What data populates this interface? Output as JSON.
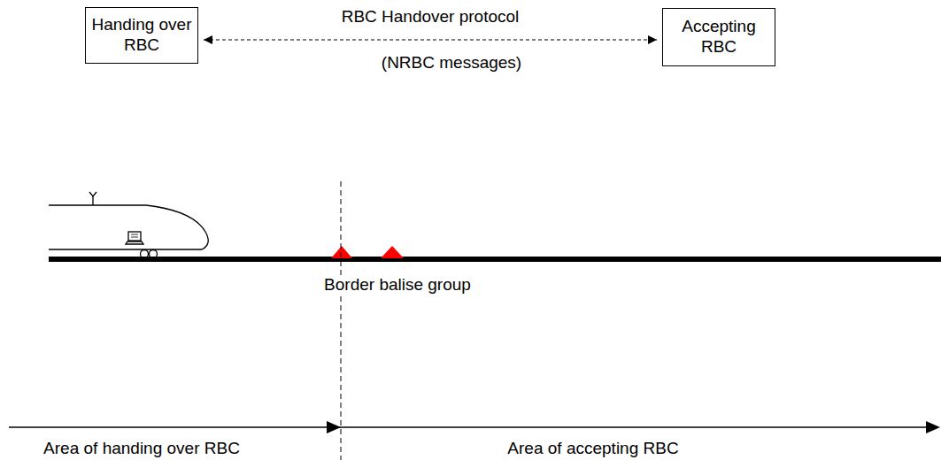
{
  "diagram": {
    "nodes": [
      {
        "text": [
          "Handing over RBC"
        ]
      },
      {
        "text": [
          "Accepting RBC"
        ]
      }
    ],
    "edges": [
      {
        "from": 0,
        "to": 1,
        "arrow": "both",
        "label": "RBC Handover protocol"
      }
    ],
    "labels": [
      "(NRBC messages)",
      "Border balise group",
      "Area of handing over RBC",
      "Area of accepting RBC"
    ]
  }
}
